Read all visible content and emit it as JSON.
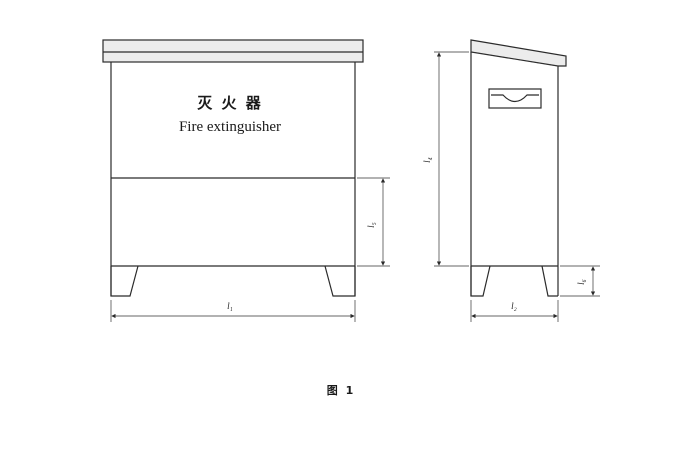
{
  "cabinet_label_cn": "灭 火 器",
  "cabinet_label_en": "Fire extinguisher",
  "dimensions": {
    "l1": "l₁",
    "l2": "l₂",
    "l4": "l₄",
    "l5": "l₅",
    "l6": "l₆"
  },
  "caption": "图 1"
}
